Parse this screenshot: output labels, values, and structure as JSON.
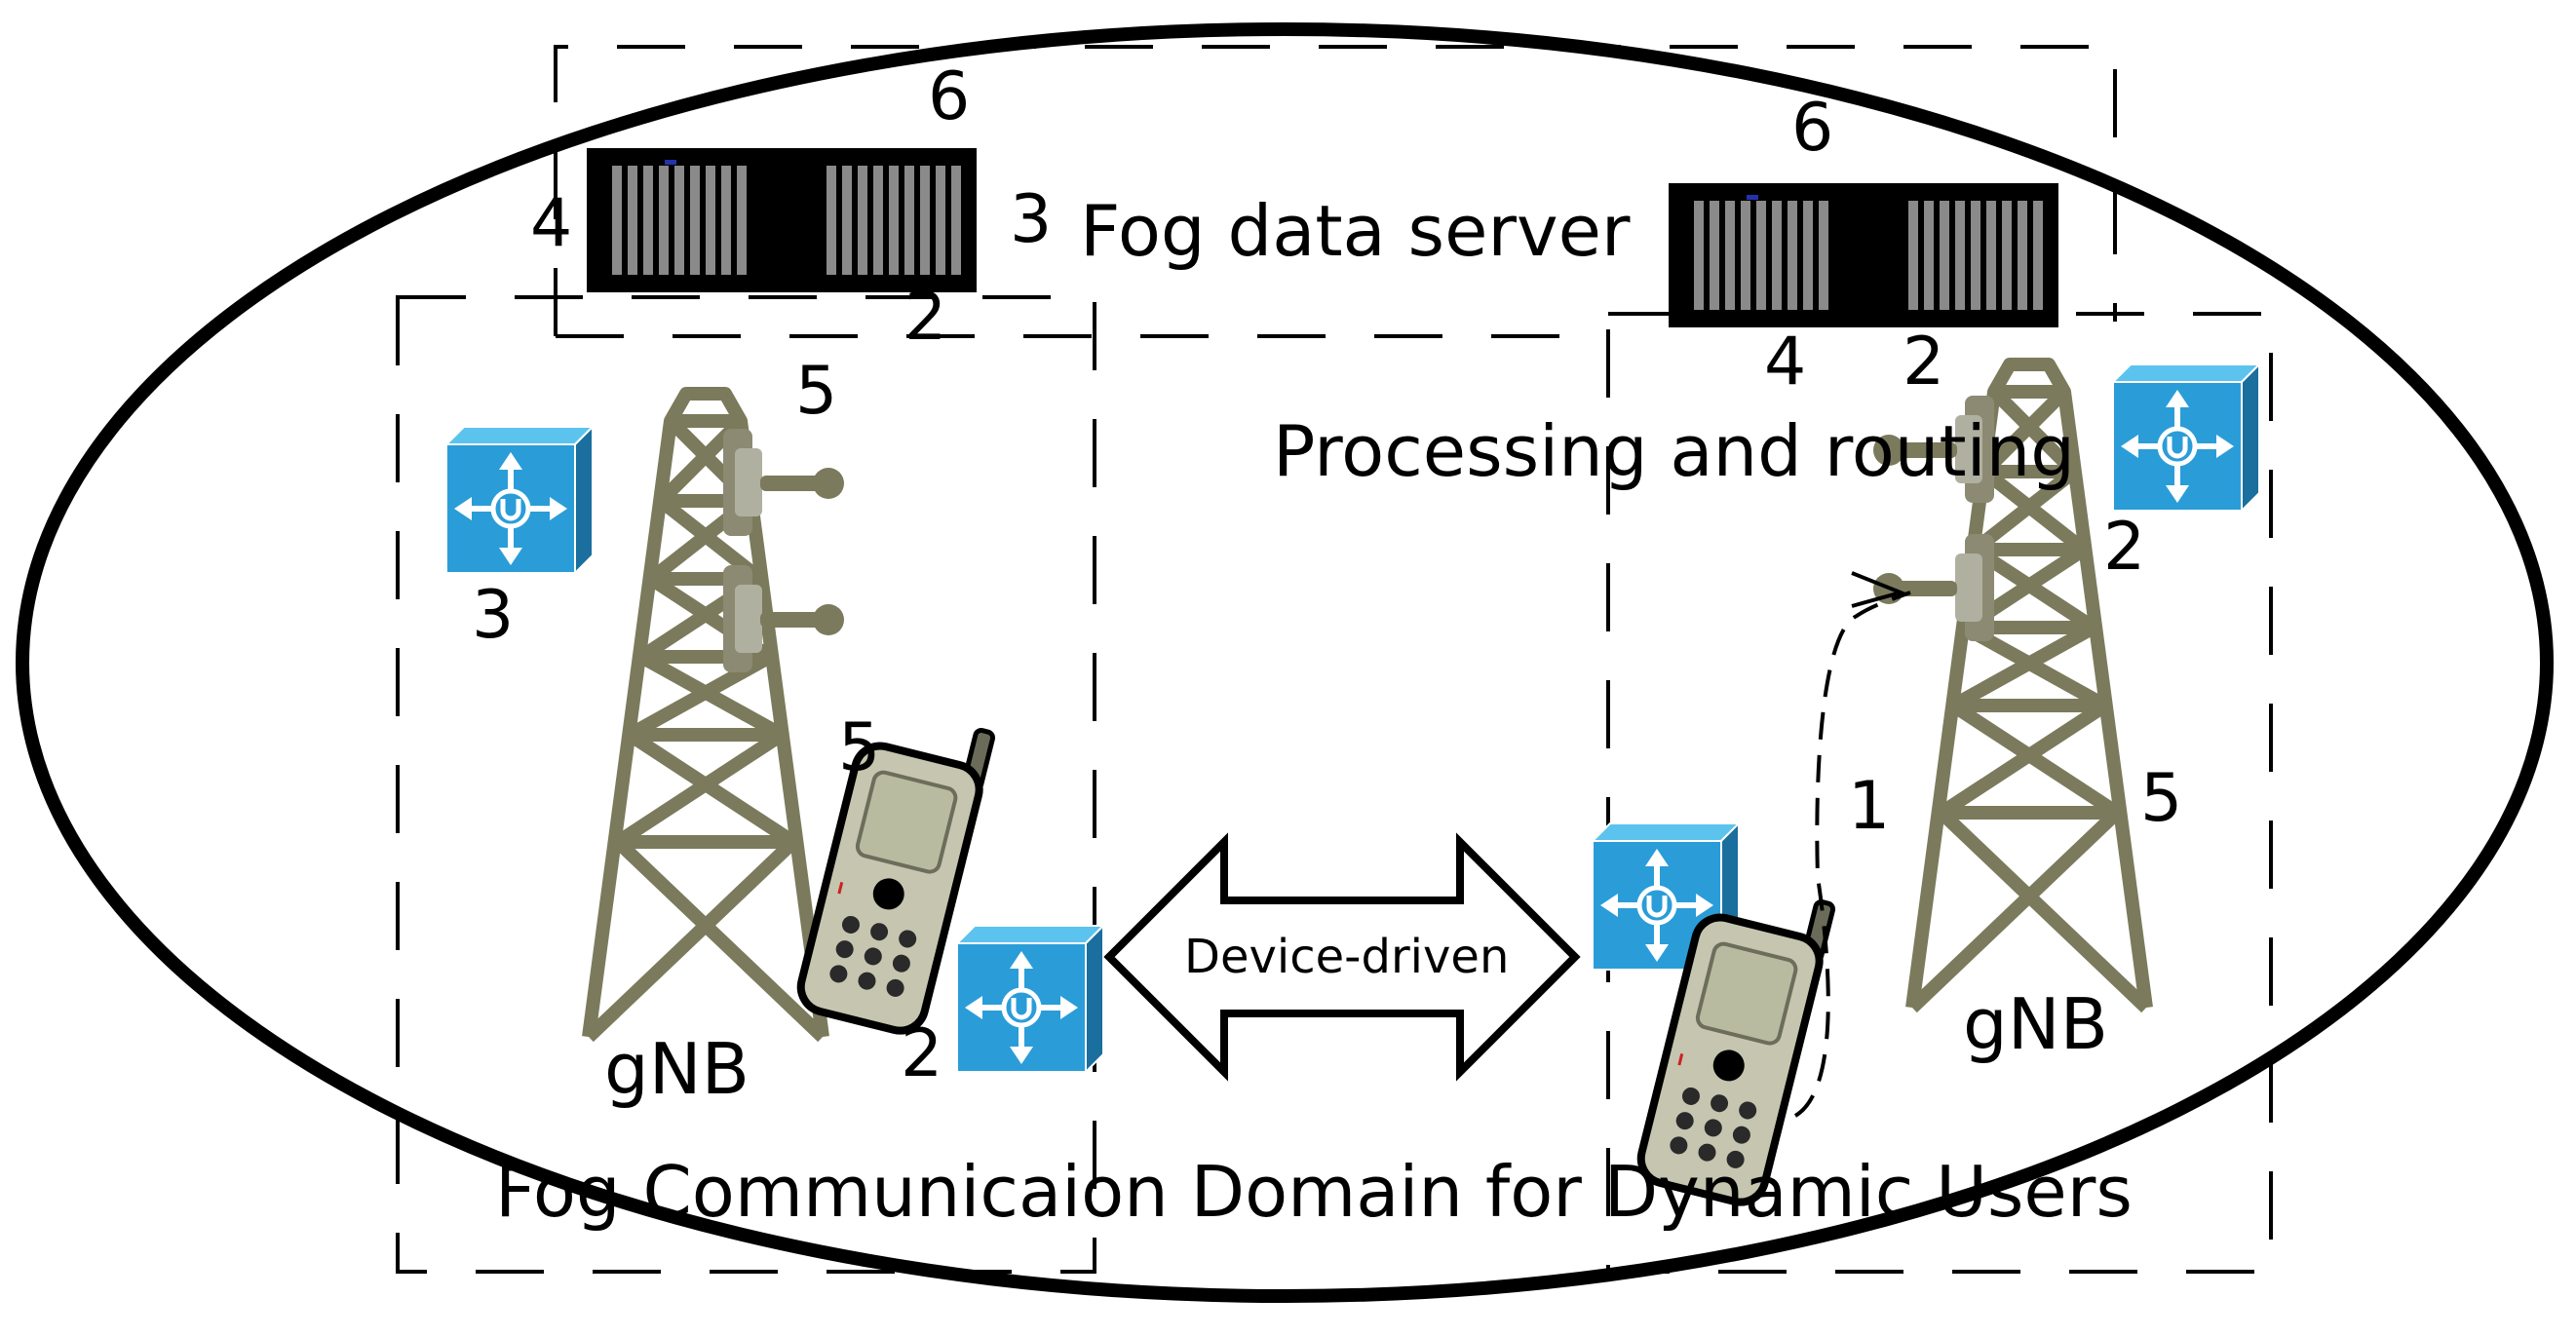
{
  "labels": {
    "fog_data_server": "Fog data server",
    "processing_and_routing": "Processing and routing",
    "domain_title": "Fog Communicaion Domain for Dynamic Users",
    "device_driven": "Device-driven",
    "gnb_left": "gNB",
    "gnb_right": "gNB"
  },
  "numbers": {
    "server_left_top": "6",
    "server_left_left": "4",
    "server_left_right": "3",
    "server_left_bottom": "2",
    "server_right_top": "6",
    "server_right_bottom_left": "4",
    "server_right_bottom_right": "2",
    "tower_left_top": "5",
    "router_left_top": "3",
    "phone_left": "5",
    "router_left_bottom": "2",
    "router_right_top": "2",
    "link_right": "1",
    "tower_right": "5"
  },
  "colors": {
    "tower": "#7b7a5c",
    "router_front": "#2a9dd8",
    "router_top": "#5cc3ee",
    "router_side": "#1a6f9e",
    "server_body": "#000000",
    "server_slots": "#8a8a8a",
    "phone_body": "#c5c5b0",
    "phone_screen": "#b8bba0"
  }
}
